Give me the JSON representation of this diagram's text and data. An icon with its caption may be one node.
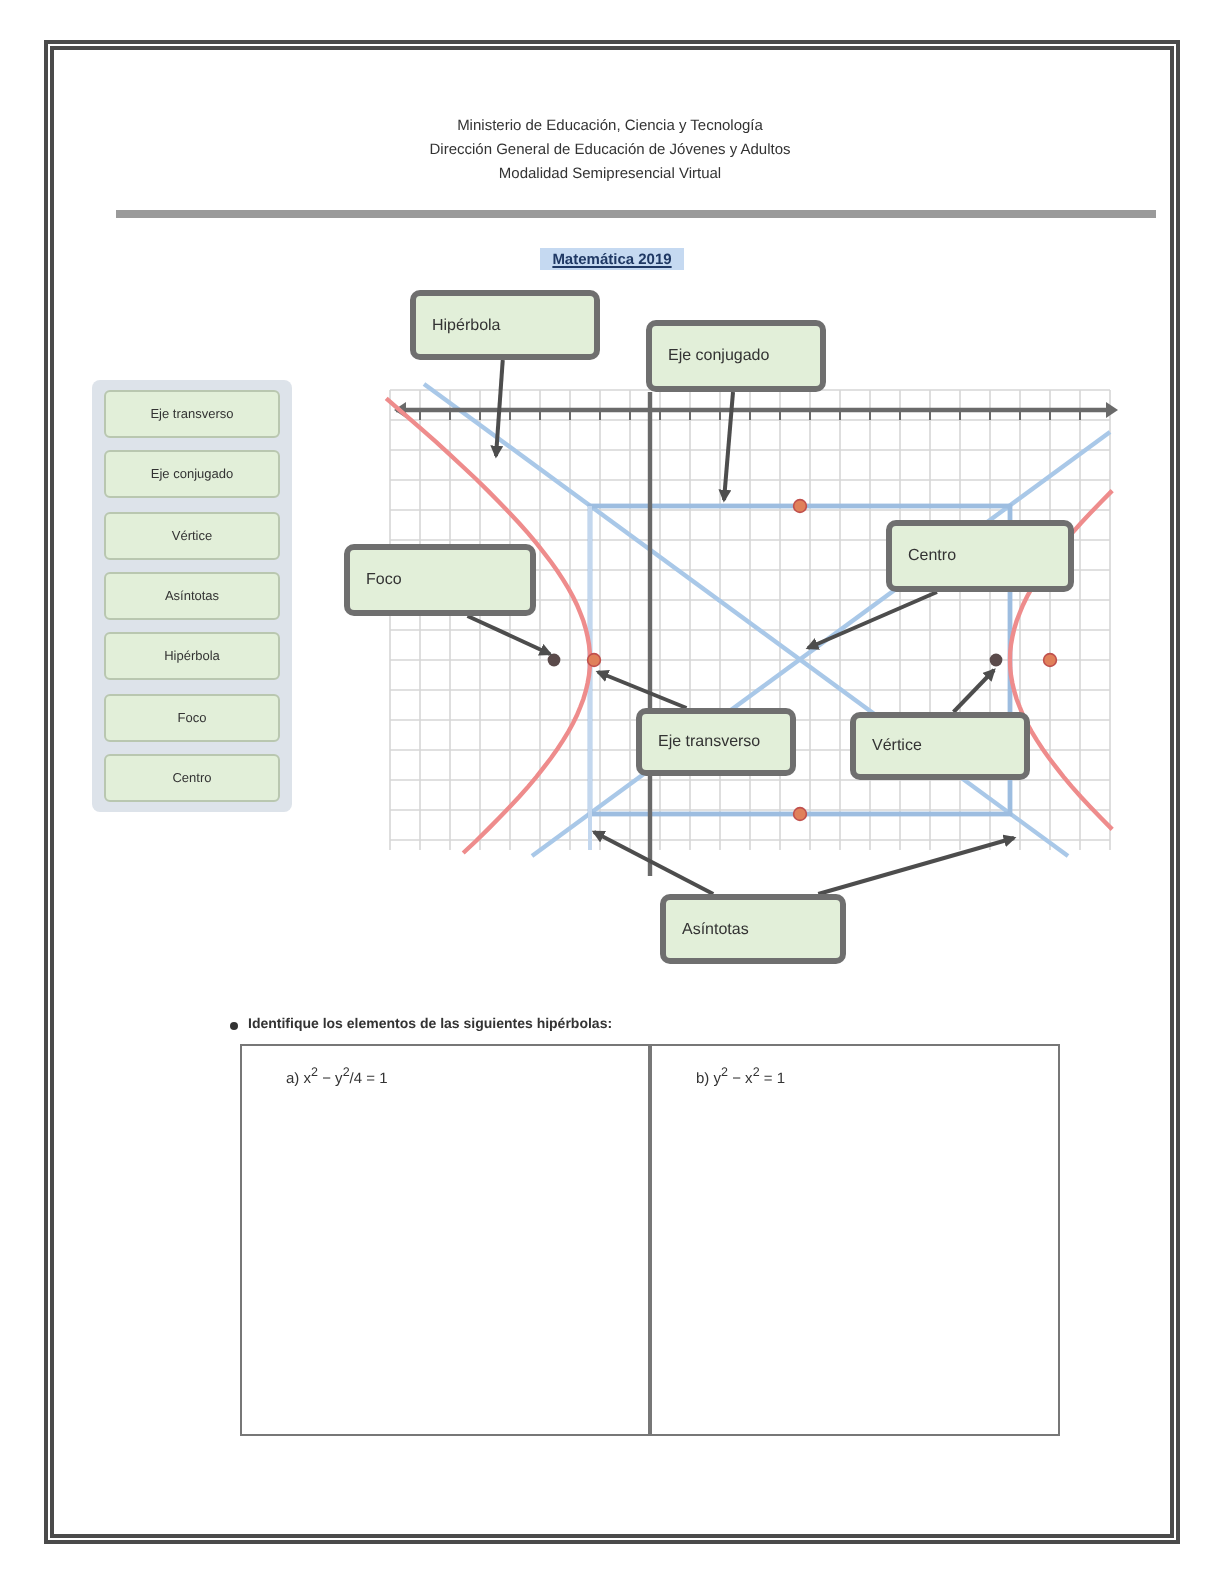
{
  "diagram": {
    "title": "Matemática 2019",
    "nodes": [
      {
        "text": [
          "Eje transverso"
        ]
      },
      {
        "text": [
          "Eje conjugado"
        ]
      },
      {
        "text": [
          "Vértice"
        ]
      },
      {
        "text": [
          "Asíntotas"
        ]
      },
      {
        "text": [
          "Hipérbola"
        ]
      },
      {
        "text": [
          "Foco"
        ]
      },
      {
        "text": [
          "Centro"
        ]
      },
      {
        "text": [
          "Hipérbola"
        ]
      },
      {
        "text": [
          "Eje conjugado"
        ]
      },
      {
        "text": [
          "Foco"
        ]
      },
      {
        "text": [
          "Centro"
        ]
      },
      {
        "text": [
          "Eje transverso"
        ]
      },
      {
        "text": [
          "Vértice"
        ]
      },
      {
        "text": [
          "Asíntotas"
        ]
      }
    ],
    "edges": [
      {
        "from": 7,
        "to": null,
        "arrow": "to"
      },
      {
        "from": 8,
        "to": null,
        "arrow": "to"
      },
      {
        "from": 9,
        "to": null,
        "arrow": "to"
      },
      {
        "from": 10,
        "to": null,
        "arrow": "to"
      },
      {
        "from": 11,
        "to": null,
        "arrow": "to"
      },
      {
        "from": 12,
        "to": null,
        "arrow": "to"
      },
      {
        "from": 13,
        "to": null,
        "arrow": "to"
      },
      {
        "from": 13,
        "to": null,
        "arrow": "to"
      }
    ],
    "labels": [
      "Ministerio de Educación, Ciencia y Tecnología",
      "Dirección General de Educación de Jóvenes y Adultos",
      "Modalidad Semipresencial Virtual",
      "Identifique los elementos de las siguientes hipérbolas:",
      "a) x$^{2}$ − y$^{2}$/4 = 1",
      "b) y$^{2}$ − x$^{2}$ = 1"
    ]
  }
}
